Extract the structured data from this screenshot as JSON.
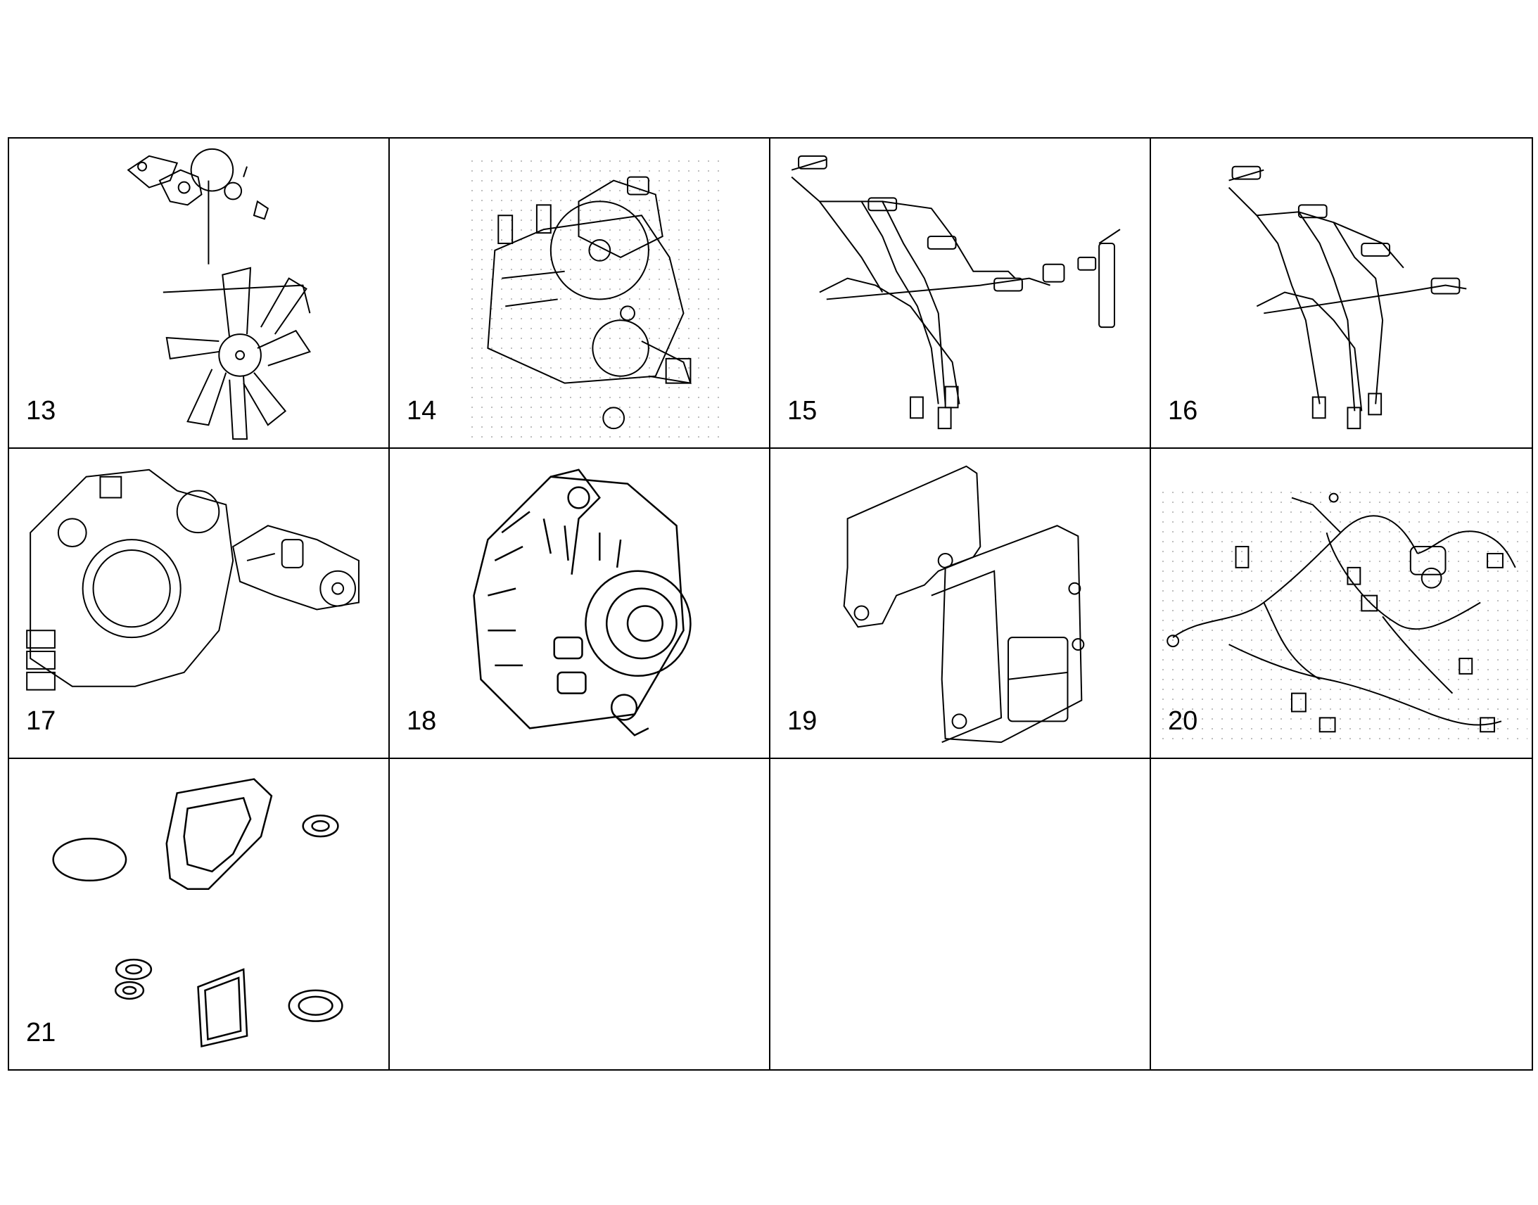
{
  "parts": [
    {
      "number": "13",
      "icon": "water-pump-fan-assembly"
    },
    {
      "number": "14",
      "icon": "high-pressure-fuel-pump"
    },
    {
      "number": "15",
      "icon": "fuel-injection-lines-with-injector"
    },
    {
      "number": "16",
      "icon": "fuel-injection-lines"
    },
    {
      "number": "17",
      "icon": "flywheel-housing-starter-motor"
    },
    {
      "number": "18",
      "icon": "alternator"
    },
    {
      "number": "19",
      "icon": "ecu-bracket"
    },
    {
      "number": "20",
      "icon": "wiring-harness"
    },
    {
      "number": "21",
      "icon": "gasket-seal-kit"
    },
    {
      "number": "",
      "icon": ""
    },
    {
      "number": "",
      "icon": ""
    },
    {
      "number": "",
      "icon": ""
    }
  ]
}
